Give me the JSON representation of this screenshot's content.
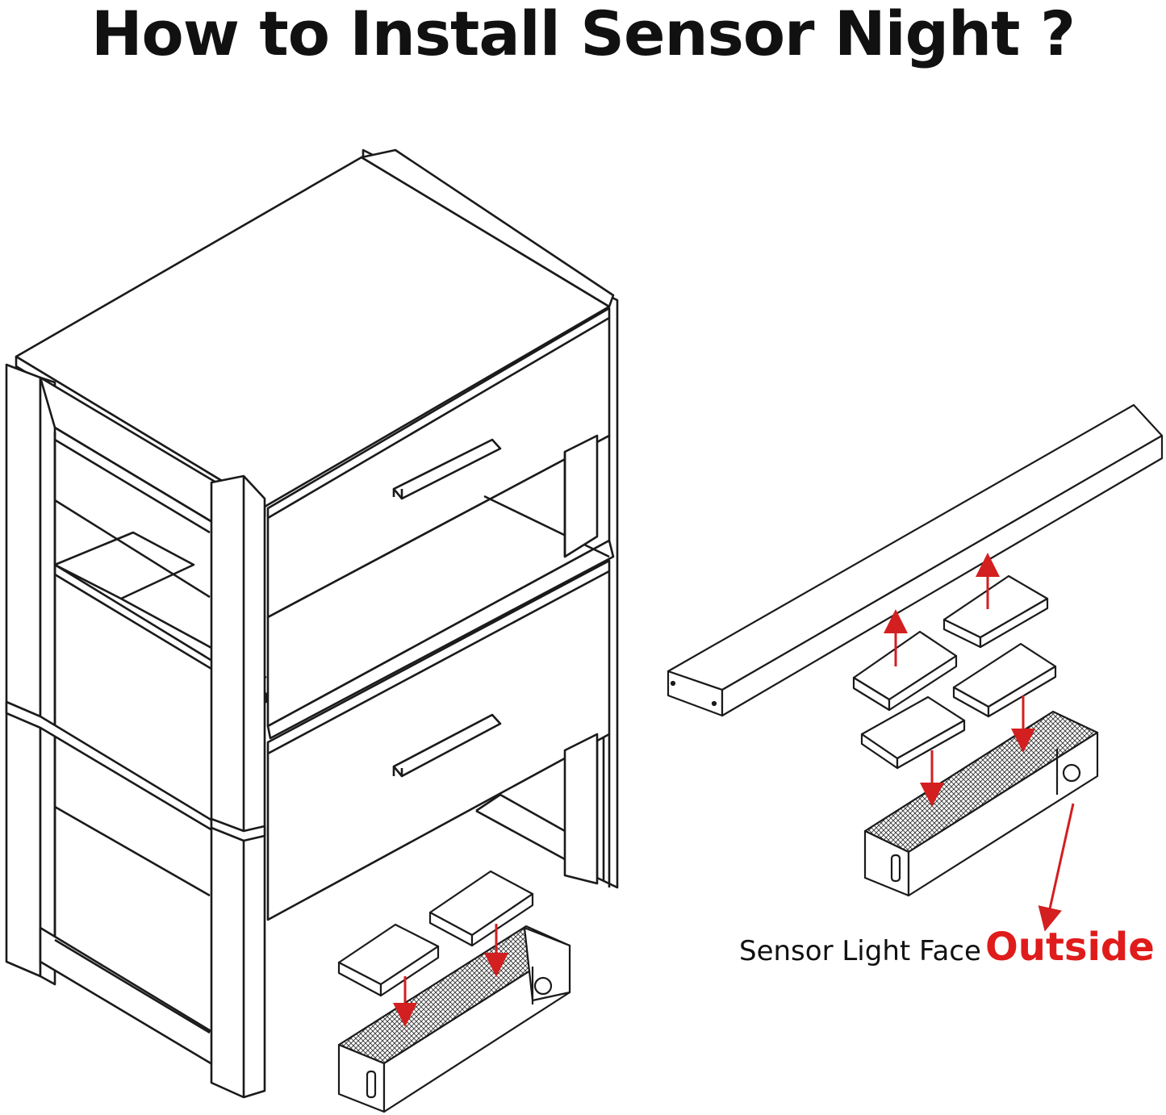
{
  "title": "How to Install Sensor Night ?",
  "caption": {
    "prefix": "Sensor Light Face",
    "emphasis": "Outside"
  },
  "colors": {
    "line": "#1a1a1a",
    "arrow": "#d31f1f",
    "emphasis": "#e01b1b",
    "background": "#ffffff"
  },
  "icons": [
    "nightstand-drawing",
    "led-sensor-light-bar-icon",
    "adhesive-pad-icon",
    "down-arrow-icon",
    "up-arrow-icon"
  ]
}
